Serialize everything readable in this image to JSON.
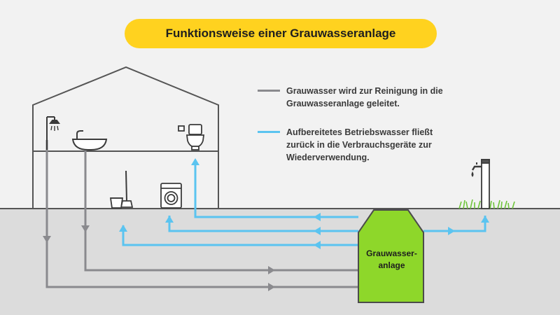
{
  "title": "Funktionsweise einer Grauwasseranlage",
  "legend": [
    {
      "color": "#8a8a8e",
      "lines": [
        "Grauwasser wird zur Reinigung in die",
        "Grauwasseranlage geleitet."
      ]
    },
    {
      "color": "#5bc4f0",
      "lines": [
        "Aufbereitetes Betriebswasser fließt",
        "zurück in die Verbrauchsgeräte zur",
        "Wiederverwendung."
      ]
    }
  ],
  "tank": {
    "label_lines": [
      "Grauwasser-",
      "anlage"
    ]
  },
  "colors": {
    "background": "#f2f2f2",
    "ground": "#dcdcdc",
    "title_pill": "#ffd21f",
    "grey_pipe": "#8a8a8e",
    "blue_pipe": "#5bc4f0",
    "tank": "#8ed72a",
    "house_outline": "#555555",
    "grass": "#6ec43a"
  },
  "icons": [
    "shower-icon",
    "bathtub-icon",
    "toilet-icon",
    "bucket-mop-icon",
    "washing-machine-icon",
    "garden-tap-icon"
  ]
}
